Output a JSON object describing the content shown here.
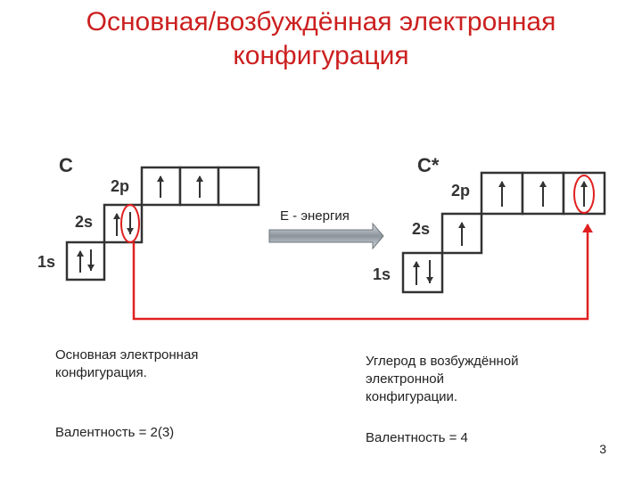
{
  "slide": {
    "title_line1": "Основная/возбуждённая электронная",
    "title_line2": "конфигурация",
    "page_number": "3",
    "accent_color": "#cc1f1f"
  },
  "diagram": {
    "ground": {
      "symbol": "C",
      "label_1s": "1s",
      "label_2s": "2s",
      "label_2p": "2p",
      "orbitals_1s": [
        "up-down"
      ],
      "orbitals_2s": [
        "up-down"
      ],
      "orbitals_2p": [
        "up",
        "up",
        "empty"
      ]
    },
    "excited": {
      "symbol": "C*",
      "label_1s": "1s",
      "label_2s": "2s",
      "label_2p": "2p",
      "orbitals_1s": [
        "up-down"
      ],
      "orbitals_2s": [
        "up"
      ],
      "orbitals_2p": [
        "up",
        "up",
        "up"
      ]
    },
    "arrow_label": "E - энергия"
  },
  "captions": {
    "left_line1": "Основная электронная",
    "left_line2": "конфигурация.",
    "left_valence": "Валентность = 2(3)",
    "right_line1": "Углерод в возбуждённой",
    "right_line2": "электронной",
    "right_line3": "конфигурации.",
    "right_valence": "Валентность = 4"
  }
}
